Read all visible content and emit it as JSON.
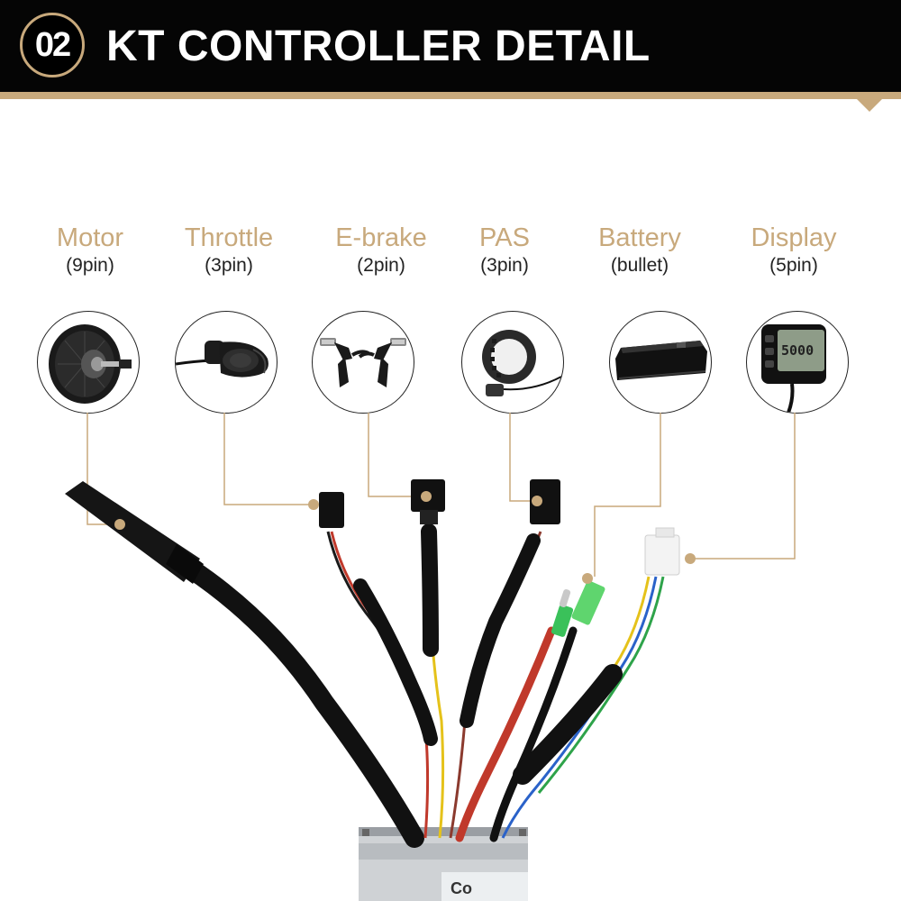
{
  "header": {
    "number": "02",
    "title": "KT CONTROLLER DETAIL"
  },
  "connectors": [
    {
      "name": "Motor",
      "spec": "(9pin)",
      "icon": "hub-motor-icon"
    },
    {
      "name": "Throttle",
      "spec": "(3pin)",
      "icon": "thumb-throttle-icon"
    },
    {
      "name": "E-brake",
      "spec": "(2pin)",
      "icon": "brake-lever-icon"
    },
    {
      "name": "PAS",
      "spec": "(3pin)",
      "icon": "pas-sensor-icon"
    },
    {
      "name": "Battery",
      "spec": "(bullet)",
      "icon": "battery-pack-icon"
    },
    {
      "name": "Display",
      "spec": "(5pin)",
      "icon": "lcd-display-icon"
    }
  ],
  "display_screen": {
    "reading": "5000"
  },
  "colors": {
    "accent": "#c8a97c",
    "header_bg": "#050505",
    "cable": "#111111"
  }
}
